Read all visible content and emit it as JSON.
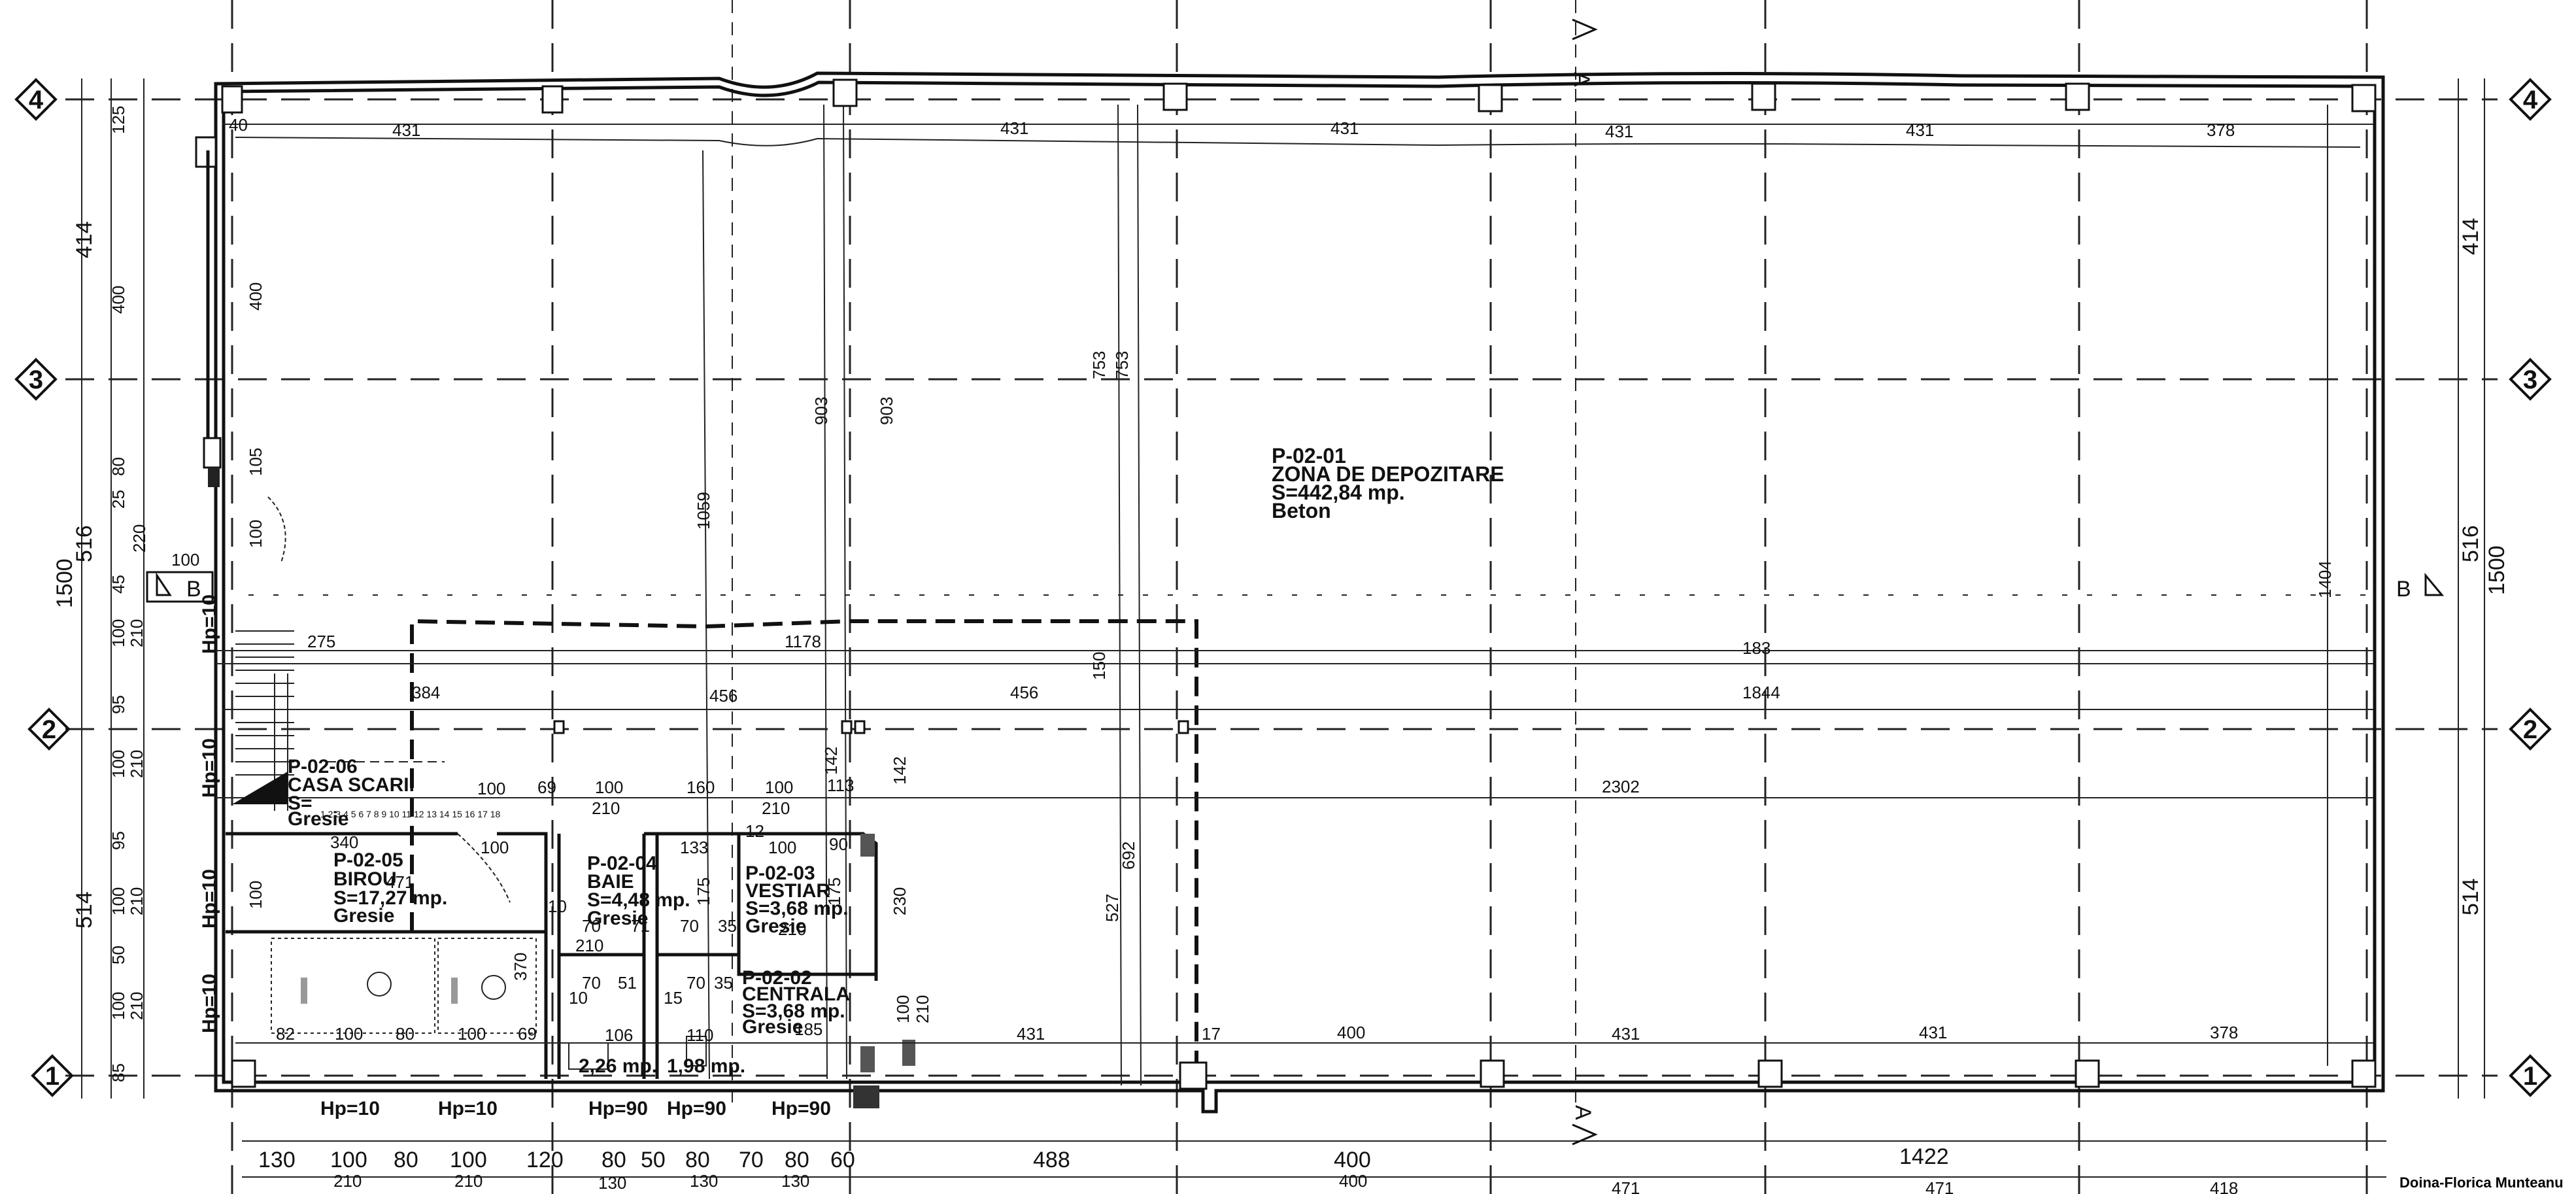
{
  "axes": {
    "labels": [
      "1",
      "2",
      "3",
      "4"
    ]
  },
  "rooms": {
    "depozitare": {
      "code": "P-02-01",
      "name": "ZONA DE DEPOZITARE",
      "area": "S=442,84 mp.",
      "floor": "Beton"
    },
    "centrala": {
      "code": "P-02-02",
      "name": "CENTRALA",
      "area": "S=3,68 mp.",
      "floor": "Gresie"
    },
    "vestiar": {
      "code": "P-02-03",
      "name": "VESTIAR",
      "area": "S=3,68 mp.",
      "floor": "Gresie"
    },
    "baie": {
      "code": "P-02-04",
      "name": "BAIE",
      "area": "S=4,48 mp.",
      "floor": "Gresie"
    },
    "birou": {
      "code": "P-02-05",
      "name": "BIROU",
      "area": "S=17,27 mp.",
      "floor": "Gresie"
    },
    "scari": {
      "code": "P-02-06",
      "name": "CASA SCARII",
      "area": "S=",
      "floor": "Gresie"
    },
    "small1": {
      "area": "2,26 mp."
    },
    "small2": {
      "area": "1,98 mp."
    }
  },
  "sections": {
    "a_top": "A",
    "a_bottom": "A",
    "b_left": "B",
    "b_right": "B"
  },
  "dims": {
    "top_bays": [
      "431",
      "431",
      "431",
      "431",
      "431",
      "378"
    ],
    "bottom_bays": [
      "431",
      "400",
      "431",
      "431",
      "378"
    ],
    "left_outer": [
      "125",
      "400",
      "80",
      "25",
      "45",
      "100",
      "210",
      "95",
      "100",
      "210",
      "95",
      "100",
      "210",
      "50",
      "100",
      "210",
      "85"
    ],
    "left_totals": [
      "414",
      "516",
      "514",
      "1500"
    ],
    "right_totals": [
      "414",
      "516",
      "1500",
      "514"
    ],
    "vertical_inner": [
      "400",
      "105",
      "100",
      "1059",
      "903",
      "903",
      "753",
      "753",
      "1404",
      "692",
      "527",
      "150",
      "142",
      "142",
      "230",
      "210",
      "100"
    ],
    "bottom_row": [
      "130",
      "100",
      "80",
      "100",
      "120",
      "80",
      "50",
      "80",
      "70",
      "80",
      "60",
      "488",
      "400",
      "1422"
    ],
    "bottom_row_sub": [
      "210",
      "210",
      "130",
      "130",
      "130",
      "400"
    ],
    "bottom_row_cut": [
      "471",
      "471",
      "418"
    ],
    "inner_horiz": [
      "275",
      "1178",
      "183",
      "384",
      "456",
      "456",
      "1844",
      "2302"
    ],
    "office_row": [
      "100",
      "69",
      "100",
      "160",
      "100",
      "113",
      "210",
      "210"
    ],
    "office_row2": [
      "340",
      "100",
      "133",
      "12",
      "100",
      "90"
    ],
    "office_bottom": [
      "82",
      "100",
      "80",
      "100",
      "69",
      "106",
      "110",
      "471"
    ],
    "misc": [
      "70",
      "71",
      "70",
      "35",
      "210",
      "70",
      "51",
      "70",
      "35",
      "10",
      "15",
      "185",
      "175",
      "175",
      "370",
      "10",
      "210",
      "100",
      "220",
      "100",
      "40",
      "17"
    ],
    "hp": [
      "Hp=10",
      "Hp=10",
      "Hp=90",
      "Hp=90",
      "Hp=90",
      "Hp=10",
      "Hp=10",
      "Hp=10",
      "Hp=10"
    ],
    "stair_nums": "1 2 3 4 5 6 7 8 9 10 11 12 13 14 15 16 17 18"
  },
  "credit": "Doina-Florica Munteanu"
}
